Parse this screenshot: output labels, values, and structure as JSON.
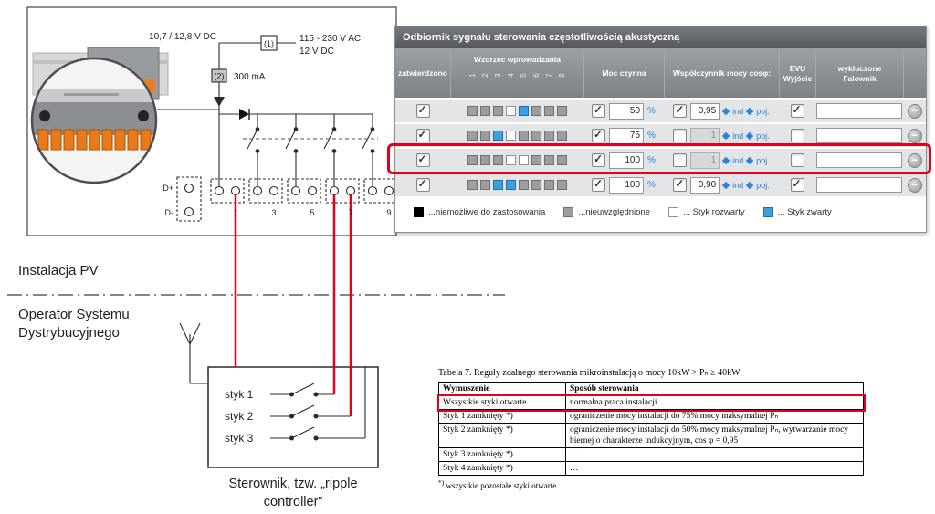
{
  "panel": {
    "title": "Odbiornik sygnału sterowania częstotliwością akustyczną",
    "columns": {
      "approved": "zatwierdzono",
      "pattern": "Wzorzec wprowadzania",
      "power": "Moc czynna",
      "cos": "Współczynnik mocy cosφ:",
      "evu_line1": "EVU",
      "evu_line2": "Wyjście",
      "excluded_line1": "wykluczone",
      "excluded_line2": "Falownik"
    },
    "pattern_numbers": [
      "1",
      "2",
      "3",
      "4",
      "5",
      "6",
      "7",
      "8"
    ],
    "percent_label": "%",
    "ind_label": "ind",
    "poj_label": "poj.",
    "remove_button_glyph": "−",
    "rows": [
      {
        "approved": true,
        "pattern": [
          "g",
          "g",
          "g",
          "w",
          "b",
          "g",
          "g",
          "g"
        ],
        "power_enabled": true,
        "power": "50",
        "cos_enabled": true,
        "cos": "0,95",
        "evu": true,
        "excluded": "",
        "highlighted": false
      },
      {
        "approved": true,
        "pattern": [
          "g",
          "g",
          "b",
          "w",
          "g",
          "g",
          "g",
          "g"
        ],
        "power_enabled": true,
        "power": "75",
        "cos_enabled": false,
        "cos": "1",
        "evu": false,
        "excluded": "",
        "highlighted": false
      },
      {
        "approved": true,
        "pattern": [
          "g",
          "g",
          "g",
          "w",
          "w",
          "g",
          "g",
          "g"
        ],
        "power_enabled": true,
        "power": "100",
        "cos_enabled": false,
        "cos": "1",
        "evu": false,
        "excluded": "",
        "highlighted": true
      },
      {
        "approved": true,
        "pattern": [
          "g",
          "g",
          "b",
          "b",
          "g",
          "g",
          "g",
          "g"
        ],
        "power_enabled": true,
        "power": "100",
        "cos_enabled": true,
        "cos": "0,90",
        "evu": true,
        "excluded": "",
        "highlighted": false
      }
    ],
    "legend": [
      {
        "color": "k",
        "label": "...niemożliwe do zastosowania"
      },
      {
        "color": "g",
        "label": "...nieuwzględnione"
      },
      {
        "color": "w",
        "label": "... Styk rozwarty"
      },
      {
        "color": "b",
        "label": "... Styk zwarty"
      }
    ]
  },
  "diagram": {
    "supply_label": "10,7 / 12,8 V DC",
    "ref1": "(1)",
    "ac_label": "115 - 230 V AC",
    "dc_label": "12 V DC",
    "ref2": "(2)",
    "fuse_label": "300 mA",
    "terminal_dplus": "D+",
    "terminal_dminus": "D-",
    "terminal_numbers": [
      "1",
      "3",
      "5",
      "7",
      "9"
    ],
    "pv_label": "Instalacja PV",
    "dso_line1": "Operator Systemu",
    "dso_line2": "Dystrybucyjnego",
    "contact_labels": [
      "styk 1",
      "styk 2",
      "styk 3"
    ],
    "caption_line1": "Sterownik, tzw. „ripple",
    "caption_line2": "controller”"
  },
  "tabela": {
    "title": "Tabela 7. Reguły zdalnego sterowania mikroinstalacją o mocy 10kW > Pₙ ≥ 40kW",
    "header": {
      "col1": "Wymuszenie",
      "col2": "Sposób sterowania"
    },
    "rows": [
      {
        "force": "Wszystkie styki otwarte",
        "mode": "normalna praca instalacji",
        "highlight": true
      },
      {
        "force": "Styk 1 zamknięty *)",
        "mode": "ograniczenie mocy instalacji do 75% mocy maksymalnej Pₙ",
        "highlight": false
      },
      {
        "force": "Styk 2 zamknięty *)",
        "mode": "ograniczenie mocy instalacji do 50% mocy maksymalnej Pₙ, wytwarzanie mocy biernej o charakterze indukcyjnym, cos φ = 0,95",
        "highlight": false
      },
      {
        "force": "Styk 3 zamknięty *)",
        "mode": "…",
        "highlight": false
      },
      {
        "force": "Styk 4 zamknięty *)",
        "mode": "…",
        "highlight": false
      }
    ],
    "footnote_marker": "*)",
    "footnote_text": " wszystkie pozostałe styki otwarte"
  },
  "colors": {
    "highlight_red": "#e2001a",
    "blue_square": "#3b9fe0",
    "accent_blue": "#2a84d2"
  }
}
